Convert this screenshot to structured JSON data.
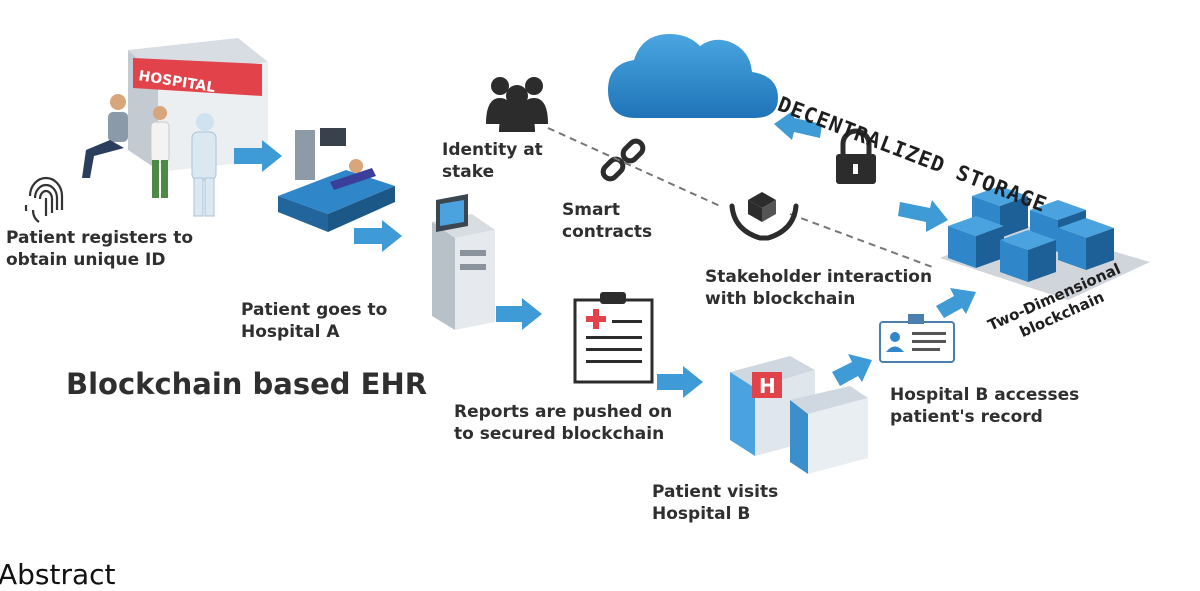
{
  "title": "Blockchain based EHR",
  "steps": {
    "register": [
      "Patient registers to",
      "obtain unique ID"
    ],
    "goes_hospital_a": [
      "Patient goes to",
      "Hospital A"
    ],
    "reports_pushed": [
      "Reports are pushed on",
      "to secured blockchain"
    ],
    "visits_hospital_b": [
      "Patient visits",
      "Hospital B"
    ],
    "b_accesses": [
      "Hospital B accesses",
      "patient's record"
    ]
  },
  "concepts": {
    "identity": [
      "Identity at",
      "stake"
    ],
    "smart_contracts": [
      "Smart",
      "contracts"
    ],
    "stakeholder": [
      "Stakeholder interaction",
      "with blockchain"
    ]
  },
  "storage_label": "DECENTRALIZED STORAGE",
  "blockchain_label": [
    "Two-Dimensional",
    "blockchain"
  ],
  "hospital_sign": "HOSPITAL",
  "building_letter": "H",
  "footer_heading": "Abstract",
  "colors": {
    "arrow": "#3f9bd6",
    "cloud": "#2f86c8",
    "cube": "#2e7fc0",
    "text": "#2f2f2f"
  },
  "icons": [
    "fingerprint-icon",
    "group-icon",
    "link-icon",
    "cloud-icon",
    "lock-icon",
    "handshake-box-icon",
    "clipboard-icon",
    "id-card-icon"
  ]
}
